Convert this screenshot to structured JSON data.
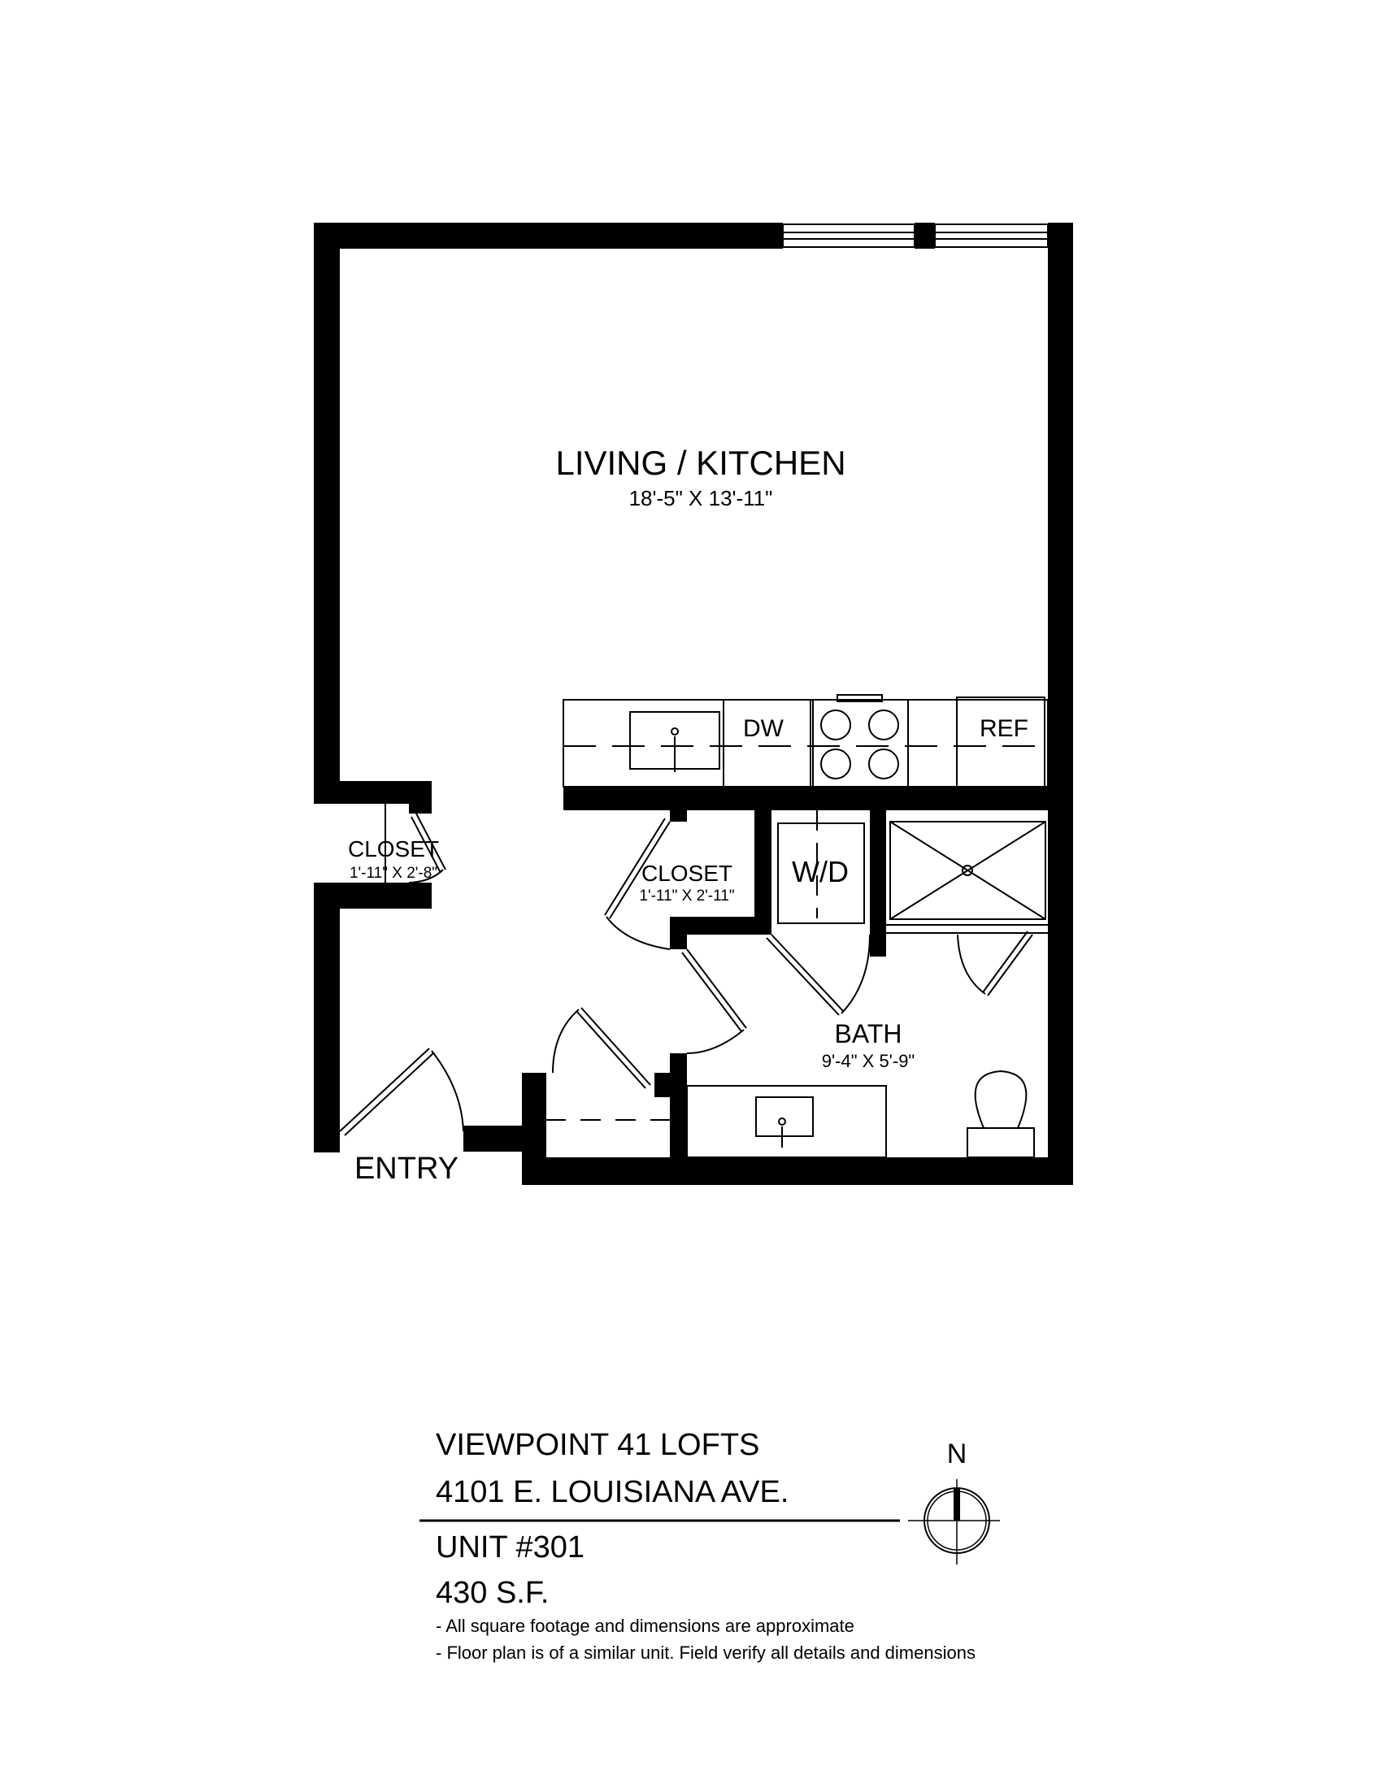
{
  "rooms": {
    "living": {
      "name": "LIVING / KITCHEN",
      "dims": "18'-5\" X 13'-11\""
    },
    "closet_left": {
      "name": "CLOSET",
      "dims": "1'-11\" X 2'-8\""
    },
    "closet_center": {
      "name": "CLOSET",
      "dims": "1'-11\" X 2'-11\""
    },
    "bath": {
      "name": "BATH",
      "dims": "9'-4\" X 5'-9\""
    },
    "entry": {
      "name": "ENTRY"
    }
  },
  "appliances": {
    "dw": "DW",
    "ref": "REF",
    "wd": "W/D"
  },
  "title_block": {
    "property": "VIEWPOINT 41 LOFTS",
    "address": "4101 E. LOUISIANA AVE.",
    "unit": "UNIT #301",
    "area": "430 S.F.",
    "notes": [
      "- All square footage and dimensions are approximate",
      "- Floor plan is of a similar unit.  Field verify all details and dimensions"
    ],
    "north": "N"
  }
}
